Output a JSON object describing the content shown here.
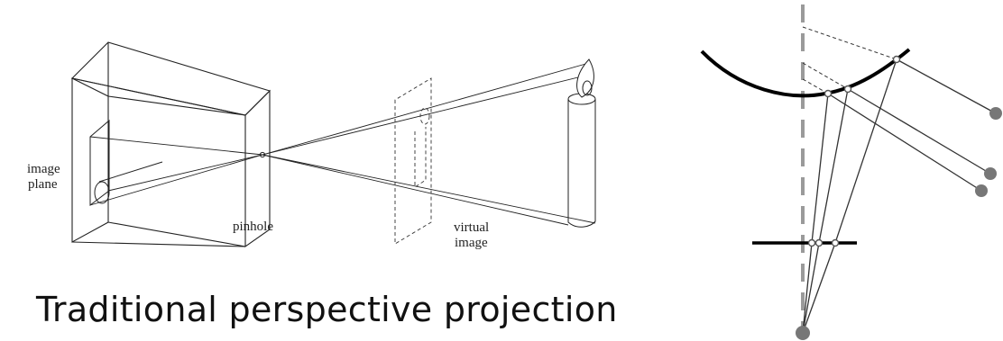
{
  "left_diagram": {
    "labels": {
      "image_plane_line1": "image",
      "image_plane_line2": "plane",
      "pinhole": "pinhole",
      "virtual_line1": "virtual",
      "virtual_line2": "image"
    },
    "caption": "Traditional perspective projection"
  },
  "right_diagram": {
    "colors": {
      "axis": "#999999",
      "mirror": "#000000",
      "points": "#777777"
    }
  }
}
